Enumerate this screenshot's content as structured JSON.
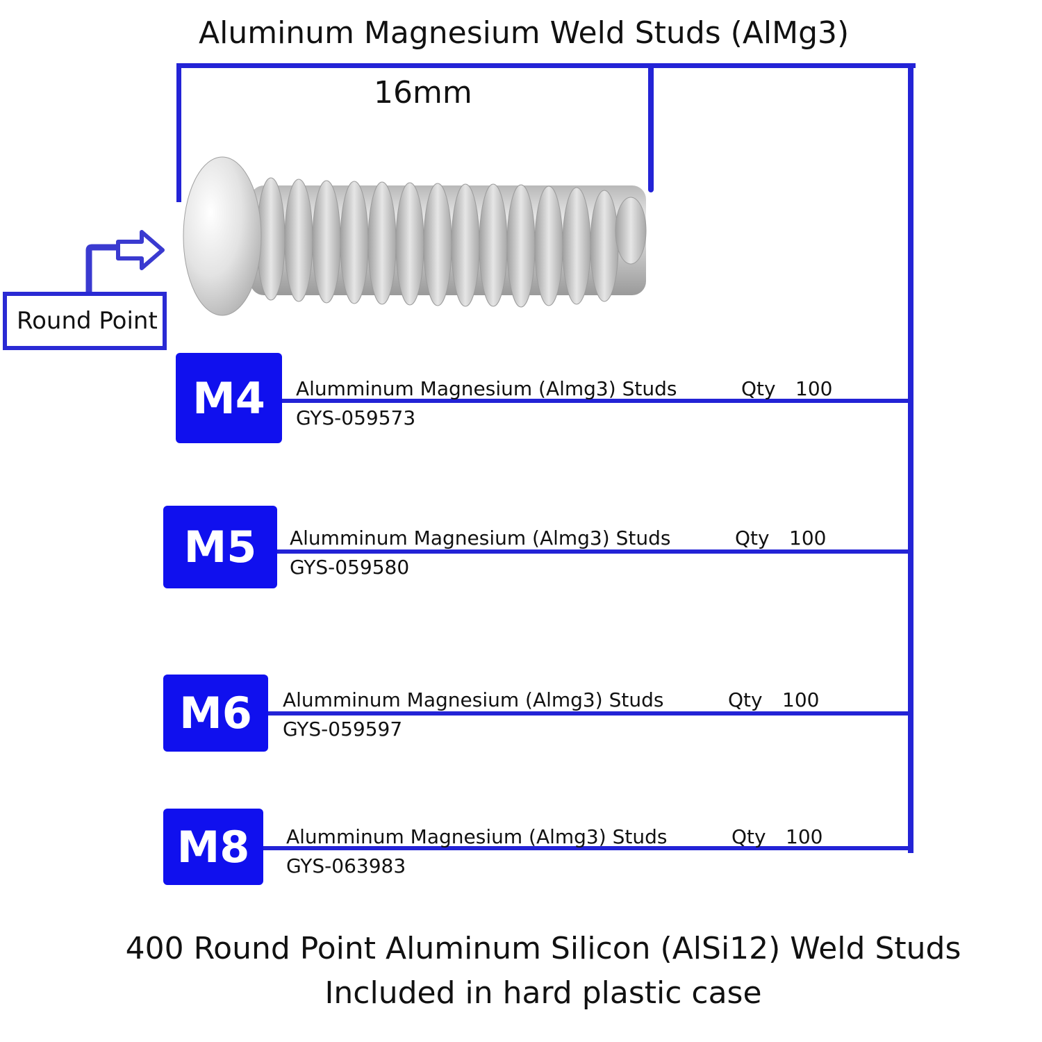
{
  "title": "Aluminum Magnesium Weld Studs (AlMg3)",
  "length_label": "16mm",
  "round_point_label": "Round Point",
  "accent_color": "#1010ee",
  "line_color": "#2323d6",
  "studs": [
    {
      "size": "M4",
      "description": "Alumminum Magnesium (Almg3) Studs",
      "qty_label": "Qty",
      "qty": "100",
      "sku": "GYS-059573"
    },
    {
      "size": "M5",
      "description": "Alumminum Magnesium (Almg3) Studs",
      "qty_label": "Qty",
      "qty": "100",
      "sku": "GYS-059580"
    },
    {
      "size": "M6",
      "description": "Alumminum Magnesium (Almg3) Studs",
      "qty_label": "Qty",
      "qty": "100",
      "sku": "GYS-059597"
    },
    {
      "size": "M8",
      "description": "Alumminum Magnesium (Almg3) Studs",
      "qty_label": "Qty",
      "qty": "100",
      "sku": "GYS-063983"
    }
  ],
  "footer": {
    "line1": "400 Round Point Aluminum Silicon (AlSi12) Weld Studs",
    "line2": "Included in hard plastic case"
  }
}
